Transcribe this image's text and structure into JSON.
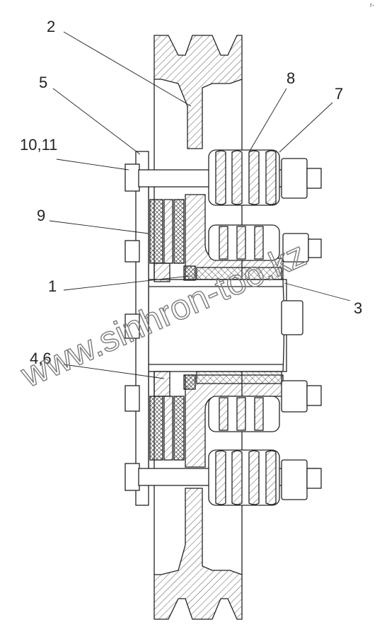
{
  "drawing": {
    "labels": {
      "l1": "1",
      "l2": "2",
      "l3": "3",
      "l4_6": "4,6",
      "l5": "5",
      "l7": "7",
      "l8": "8",
      "l9": "9",
      "l10_11": "10,11"
    },
    "watermark": "www.sinhron-too.kz",
    "corner_mark": "r-",
    "colors": {
      "line": "#222222",
      "hatch": "#444444",
      "watermark": "#7a7a7a"
    }
  }
}
